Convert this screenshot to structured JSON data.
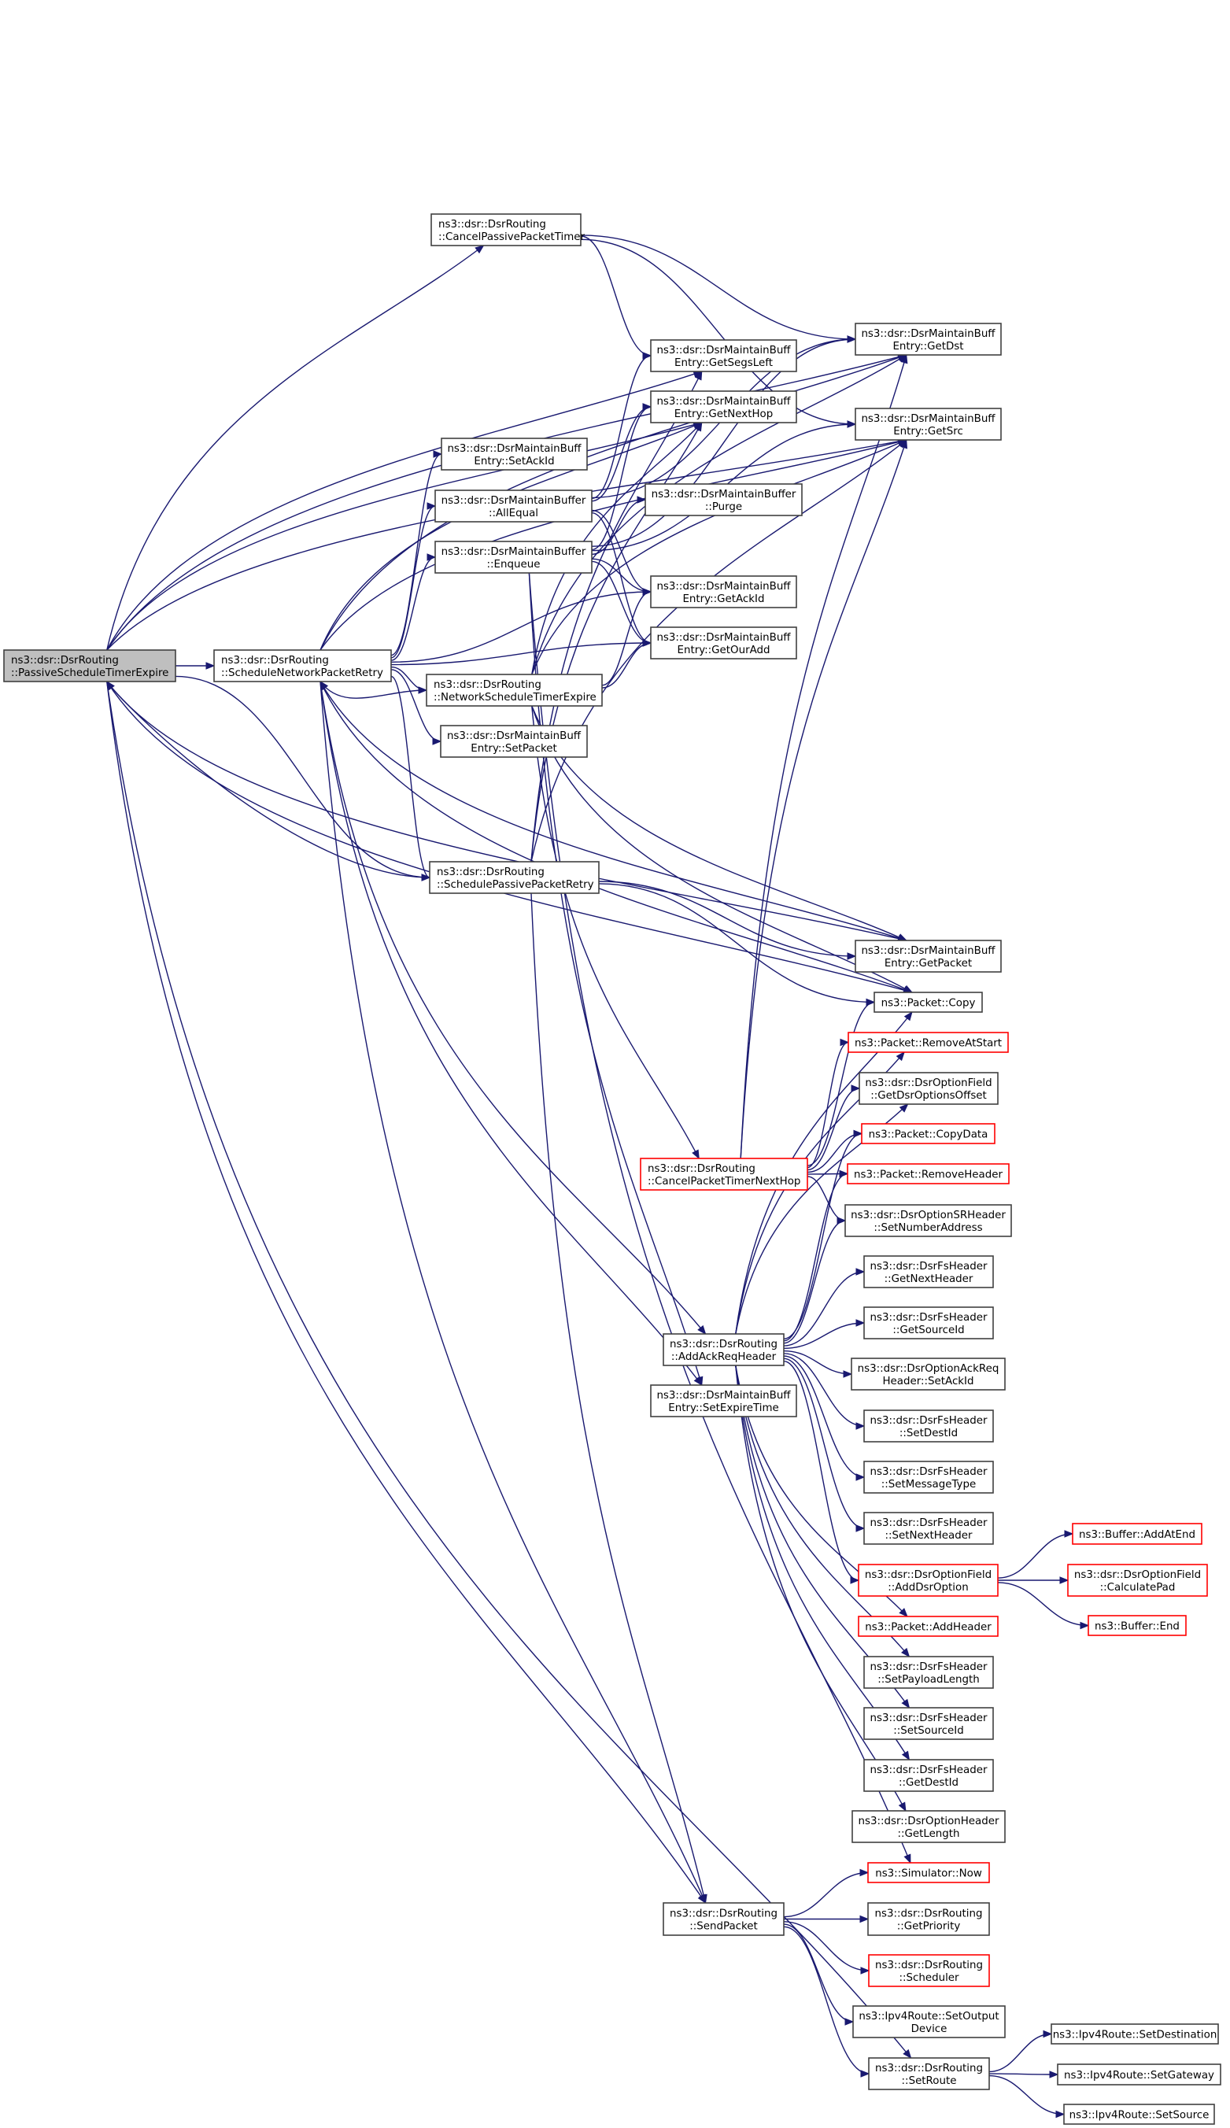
{
  "title": "Call graph of ns3::dsr::DsrRouting::PassiveScheduleTimerExpire",
  "colors": {
    "edge": "#191970",
    "node_border": "#404040",
    "truncated_border": "#ff0000",
    "root_fill": "#bfbfbf"
  },
  "nodes": [
    {
      "id": "root",
      "lines": [
        "ns3::dsr::DsrRouting",
        "::PassiveScheduleTimerExpire"
      ],
      "align": "left",
      "kind": "root"
    },
    {
      "id": "snpr",
      "lines": [
        "ns3::dsr::DsrRouting",
        "::ScheduleNetworkPacketRetry"
      ],
      "align": "left"
    },
    {
      "id": "cppt",
      "lines": [
        "ns3::dsr::DsrRouting",
        "::CancelPassivePacketTimer"
      ],
      "align": "left"
    },
    {
      "id": "getdst",
      "lines": [
        "ns3::dsr::DsrMaintainBuff",
        "Entry::GetDst"
      ]
    },
    {
      "id": "getsrc",
      "lines": [
        "ns3::dsr::DsrMaintainBuff",
        "Entry::GetSrc"
      ]
    },
    {
      "id": "getsegsleft",
      "lines": [
        "ns3::dsr::DsrMaintainBuff",
        "Entry::GetSegsLeft"
      ]
    },
    {
      "id": "getnexthop",
      "lines": [
        "ns3::dsr::DsrMaintainBuff",
        "Entry::GetNextHop"
      ]
    },
    {
      "id": "setackid",
      "lines": [
        "ns3::dsr::DsrMaintainBuff",
        "Entry::SetAckId"
      ]
    },
    {
      "id": "allequal",
      "lines": [
        "ns3::dsr::DsrMaintainBuffer",
        "::AllEqual"
      ]
    },
    {
      "id": "purge",
      "lines": [
        "ns3::dsr::DsrMaintainBuffer",
        "::Purge"
      ]
    },
    {
      "id": "enqueue",
      "lines": [
        "ns3::dsr::DsrMaintainBuffer",
        "::Enqueue"
      ]
    },
    {
      "id": "getackid",
      "lines": [
        "ns3::dsr::DsrMaintainBuff",
        "Entry::GetAckId"
      ]
    },
    {
      "id": "getouradd",
      "lines": [
        "ns3::dsr::DsrMaintainBuff",
        "Entry::GetOurAdd"
      ]
    },
    {
      "id": "nste",
      "lines": [
        "ns3::dsr::DsrRouting",
        "::NetworkScheduleTimerExpire"
      ],
      "align": "left"
    },
    {
      "id": "setpacket",
      "lines": [
        "ns3::dsr::DsrMaintainBuff",
        "Entry::SetPacket"
      ]
    },
    {
      "id": "sppr",
      "lines": [
        "ns3::dsr::DsrRouting",
        "::SchedulePassivePacketRetry"
      ],
      "align": "left"
    },
    {
      "id": "getpacket",
      "lines": [
        "ns3::dsr::DsrMaintainBuff",
        "Entry::GetPacket"
      ]
    },
    {
      "id": "copy",
      "lines": [
        "ns3::Packet::Copy"
      ]
    },
    {
      "id": "removeatstart",
      "lines": [
        "ns3::Packet::RemoveAtStart"
      ],
      "kind": "truncated"
    },
    {
      "id": "getdsroptionsoffset",
      "lines": [
        "ns3::dsr::DsrOptionField",
        "::GetDsrOptionsOffset"
      ]
    },
    {
      "id": "copydata",
      "lines": [
        "ns3::Packet::CopyData"
      ],
      "kind": "truncated"
    },
    {
      "id": "removeheader",
      "lines": [
        "ns3::Packet::RemoveHeader"
      ],
      "kind": "truncated"
    },
    {
      "id": "cptnh",
      "lines": [
        "ns3::dsr::DsrRouting",
        "::CancelPacketTimerNextHop"
      ],
      "align": "left",
      "kind": "truncated"
    },
    {
      "id": "setnumberaddress",
      "lines": [
        "ns3::dsr::DsrOptionSRHeader",
        "::SetNumberAddress"
      ]
    },
    {
      "id": "getnextheader",
      "lines": [
        "ns3::dsr::DsrFsHeader",
        "::GetNextHeader"
      ]
    },
    {
      "id": "getsourceid",
      "lines": [
        "ns3::dsr::DsrFsHeader",
        "::GetSourceId"
      ]
    },
    {
      "id": "addackreqheader",
      "lines": [
        "ns3::dsr::DsrRouting",
        "::AddAckReqHeader"
      ]
    },
    {
      "id": "ackreqsetackid",
      "lines": [
        "ns3::dsr::DsrOptionAckReq",
        "Header::SetAckId"
      ]
    },
    {
      "id": "setexpiretime",
      "lines": [
        "ns3::dsr::DsrMaintainBuff",
        "Entry::SetExpireTime"
      ]
    },
    {
      "id": "setdestid",
      "lines": [
        "ns3::dsr::DsrFsHeader",
        "::SetDestId"
      ]
    },
    {
      "id": "setmessagetype",
      "lines": [
        "ns3::dsr::DsrFsHeader",
        "::SetMessageType"
      ]
    },
    {
      "id": "setnextheader",
      "lines": [
        "ns3::dsr::DsrFsHeader",
        "::SetNextHeader"
      ]
    },
    {
      "id": "adddsroption",
      "lines": [
        "ns3::dsr::DsrOptionField",
        "::AddDsrOption"
      ],
      "kind": "truncated"
    },
    {
      "id": "addatend",
      "lines": [
        "ns3::Buffer::AddAtEnd"
      ],
      "kind": "truncated"
    },
    {
      "id": "calculatepad",
      "lines": [
        "ns3::dsr::DsrOptionField",
        "::CalculatePad"
      ],
      "kind": "truncated"
    },
    {
      "id": "bufferend",
      "lines": [
        "ns3::Buffer::End"
      ],
      "kind": "truncated"
    },
    {
      "id": "addheader",
      "lines": [
        "ns3::Packet::AddHeader"
      ],
      "kind": "truncated"
    },
    {
      "id": "setpayloadlength",
      "lines": [
        "ns3::dsr::DsrFsHeader",
        "::SetPayloadLength"
      ]
    },
    {
      "id": "setsourceid",
      "lines": [
        "ns3::dsr::DsrFsHeader",
        "::SetSourceId"
      ]
    },
    {
      "id": "getdestid",
      "lines": [
        "ns3::dsr::DsrFsHeader",
        "::GetDestId"
      ]
    },
    {
      "id": "getlength",
      "lines": [
        "ns3::dsr::DsrOptionHeader",
        "::GetLength"
      ]
    },
    {
      "id": "now",
      "lines": [
        "ns3::Simulator::Now"
      ],
      "kind": "truncated"
    },
    {
      "id": "sendpacket",
      "lines": [
        "ns3::dsr::DsrRouting",
        "::SendPacket"
      ]
    },
    {
      "id": "getpriority",
      "lines": [
        "ns3::dsr::DsrRouting",
        "::GetPriority"
      ]
    },
    {
      "id": "scheduler",
      "lines": [
        "ns3::dsr::DsrRouting",
        "::Scheduler"
      ],
      "kind": "truncated"
    },
    {
      "id": "setoutputdevice",
      "lines": [
        "ns3::Ipv4Route::SetOutput",
        "Device"
      ]
    },
    {
      "id": "setroute",
      "lines": [
        "ns3::dsr::DsrRouting",
        "::SetRoute"
      ]
    },
    {
      "id": "setdestination",
      "lines": [
        "ns3::Ipv4Route::SetDestination"
      ]
    },
    {
      "id": "setgateway",
      "lines": [
        "ns3::Ipv4Route::SetGateway"
      ]
    },
    {
      "id": "setsource",
      "lines": [
        "ns3::Ipv4Route::SetSource"
      ]
    }
  ],
  "edges": [
    [
      "root",
      "snpr"
    ],
    [
      "root",
      "cppt"
    ],
    [
      "root",
      "getdst"
    ],
    [
      "root",
      "getsrc"
    ],
    [
      "root",
      "getsegsleft"
    ],
    [
      "root",
      "getnexthop"
    ],
    [
      "root",
      "sppr"
    ],
    [
      "root",
      "getpacket"
    ],
    [
      "root",
      "copy"
    ],
    [
      "root",
      "sendpacket"
    ],
    [
      "root",
      "setroute"
    ],
    [
      "snpr",
      "getdst"
    ],
    [
      "snpr",
      "getsrc"
    ],
    [
      "snpr",
      "getnexthop"
    ],
    [
      "snpr",
      "setackid"
    ],
    [
      "snpr",
      "allequal"
    ],
    [
      "snpr",
      "enqueue"
    ],
    [
      "snpr",
      "getackid"
    ],
    [
      "snpr",
      "getouradd"
    ],
    [
      "snpr",
      "nste"
    ],
    [
      "snpr",
      "setpacket"
    ],
    [
      "snpr",
      "getpacket"
    ],
    [
      "snpr",
      "copy"
    ],
    [
      "snpr",
      "addackreqheader"
    ],
    [
      "snpr",
      "setexpiretime"
    ],
    [
      "snpr",
      "sendpacket"
    ],
    [
      "snpr",
      "sppr"
    ],
    [
      "cppt",
      "getdst"
    ],
    [
      "cppt",
      "getsrc"
    ],
    [
      "cppt",
      "getsegsleft"
    ],
    [
      "allequal",
      "getnexthop"
    ],
    [
      "allequal",
      "getsegsleft"
    ],
    [
      "allequal",
      "getdst"
    ],
    [
      "allequal",
      "getackid"
    ],
    [
      "allequal",
      "getouradd"
    ],
    [
      "enqueue",
      "purge"
    ],
    [
      "enqueue",
      "getnexthop"
    ],
    [
      "enqueue",
      "getsrc"
    ],
    [
      "enqueue",
      "getdst"
    ],
    [
      "enqueue",
      "getackid"
    ],
    [
      "enqueue",
      "getouradd"
    ],
    [
      "enqueue",
      "setexpiretime"
    ],
    [
      "enqueue",
      "now"
    ],
    [
      "nste",
      "snpr"
    ],
    [
      "nste",
      "getackid"
    ],
    [
      "nste",
      "getouradd"
    ],
    [
      "nste",
      "getnexthop"
    ],
    [
      "nste",
      "getsrc"
    ],
    [
      "nste",
      "getdst"
    ],
    [
      "nste",
      "cptnh"
    ],
    [
      "nste",
      "getpacket"
    ],
    [
      "nste",
      "copy"
    ],
    [
      "sppr",
      "root"
    ],
    [
      "sppr",
      "getnexthop"
    ],
    [
      "sppr",
      "getsegsleft"
    ],
    [
      "sppr",
      "getsrc"
    ],
    [
      "sppr",
      "getpacket"
    ],
    [
      "sppr",
      "copy"
    ],
    [
      "sppr",
      "sendpacket"
    ],
    [
      "cptnh",
      "getdst"
    ],
    [
      "cptnh",
      "getsrc"
    ],
    [
      "cptnh",
      "copy"
    ],
    [
      "cptnh",
      "removeatstart"
    ],
    [
      "cptnh",
      "getdsroptionsoffset"
    ],
    [
      "cptnh",
      "copydata"
    ],
    [
      "cptnh",
      "removeheader"
    ],
    [
      "cptnh",
      "setnumberaddress"
    ],
    [
      "addackreqheader",
      "copy"
    ],
    [
      "addackreqheader",
      "removeatstart"
    ],
    [
      "addackreqheader",
      "getdsroptionsoffset"
    ],
    [
      "addackreqheader",
      "copydata"
    ],
    [
      "addackreqheader",
      "removeheader"
    ],
    [
      "addackreqheader",
      "setnumberaddress"
    ],
    [
      "addackreqheader",
      "getnextheader"
    ],
    [
      "addackreqheader",
      "getsourceid"
    ],
    [
      "addackreqheader",
      "ackreqsetackid"
    ],
    [
      "addackreqheader",
      "setdestid"
    ],
    [
      "addackreqheader",
      "setmessagetype"
    ],
    [
      "addackreqheader",
      "setnextheader"
    ],
    [
      "addackreqheader",
      "adddsroption"
    ],
    [
      "addackreqheader",
      "addheader"
    ],
    [
      "addackreqheader",
      "setpayloadlength"
    ],
    [
      "addackreqheader",
      "setsourceid"
    ],
    [
      "addackreqheader",
      "getdestid"
    ],
    [
      "addackreqheader",
      "getlength"
    ],
    [
      "adddsroption",
      "addatend"
    ],
    [
      "adddsroption",
      "calculatepad"
    ],
    [
      "adddsroption",
      "bufferend"
    ],
    [
      "sendpacket",
      "now"
    ],
    [
      "sendpacket",
      "getpriority"
    ],
    [
      "sendpacket",
      "scheduler"
    ],
    [
      "sendpacket",
      "setoutputdevice"
    ],
    [
      "sendpacket",
      "setroute"
    ],
    [
      "setroute",
      "setdestination"
    ],
    [
      "setroute",
      "setgateway"
    ],
    [
      "setroute",
      "setsource"
    ]
  ]
}
